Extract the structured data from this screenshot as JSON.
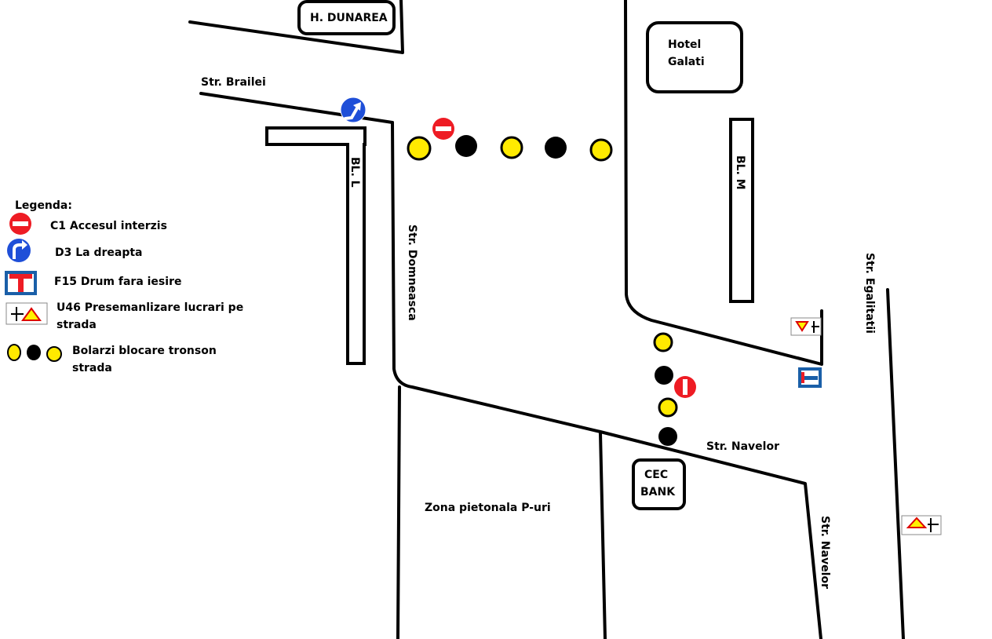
{
  "colors": {
    "yellow": "#ffea00",
    "black": "#000000",
    "red": "#ee1c24",
    "blue": "#1f4fd8",
    "sign_blue": "#1a5fa8"
  },
  "buildings": {
    "h_dunarea": "H. DUNAREA",
    "hotel_line1": "Hotel",
    "hotel_line2": "Galati",
    "bl_l": "BL. L",
    "bl_m": "BL. M",
    "cec_line1": "CEC",
    "cec_line2": "BANK"
  },
  "streets": {
    "brailei": "Str. Brailei",
    "domneasca": "Str. Domneasca",
    "egalitatii": "Str. Egalitatii",
    "navelor_h": "Str. Navelor",
    "navelor_v": "Str. Navelor"
  },
  "zones": {
    "pedestrian": "Zona pietonala P-uri"
  },
  "legend": {
    "title": "Legenda:",
    "c1": "C1 Accesul interzis",
    "d3": "D3 La dreapta",
    "f15": "F15 Drum fara iesire",
    "u46_line1": "U46 Presemanlizare lucrari pe",
    "u46_line2": "strada",
    "bollards_line1": "Bolarzi blocare tronson",
    "bollards_line2": "strada"
  },
  "icons": {
    "no_entry": "no-entry-sign-icon",
    "turn_right": "turn-right-sign-icon",
    "dead_end": "dead-end-sign-icon",
    "roadworks": "roadworks-sign-icon",
    "bollard": "bollard-icon"
  }
}
